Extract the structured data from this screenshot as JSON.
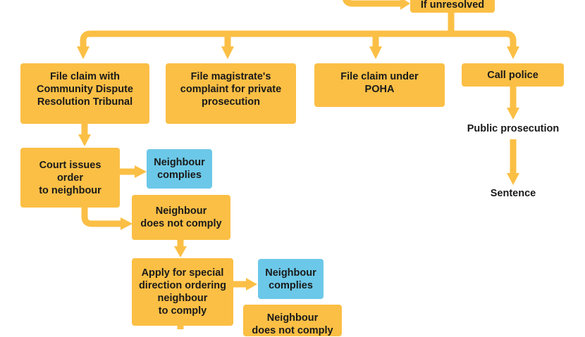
{
  "colors": {
    "primary": "#fbbf45",
    "outcome": "#6cc8e8",
    "text": "#1a1a1a"
  },
  "nodes": {
    "unresolved": "If unresolved",
    "cdrt": "File claim with\nCommunity Dispute\nResolution Tribunal",
    "magistrate": "File magistrate's\ncomplaint for private\nprosecution",
    "poha": "File claim under\nPOHA",
    "police": "Call police",
    "public_prosecution": "Public prosecution",
    "sentence": "Sentence",
    "court_order": "Court issues\norder\nto neighbour",
    "complies_1": "Neighbour\ncomplies",
    "not_comply_1": "Neighbour\ndoes not comply",
    "special_direction": "Apply for special\ndirection ordering\nneighbour\nto comply",
    "complies_2": "Neighbour\ncomplies",
    "not_comply_2": "Neighbour\ndoes not comply"
  }
}
